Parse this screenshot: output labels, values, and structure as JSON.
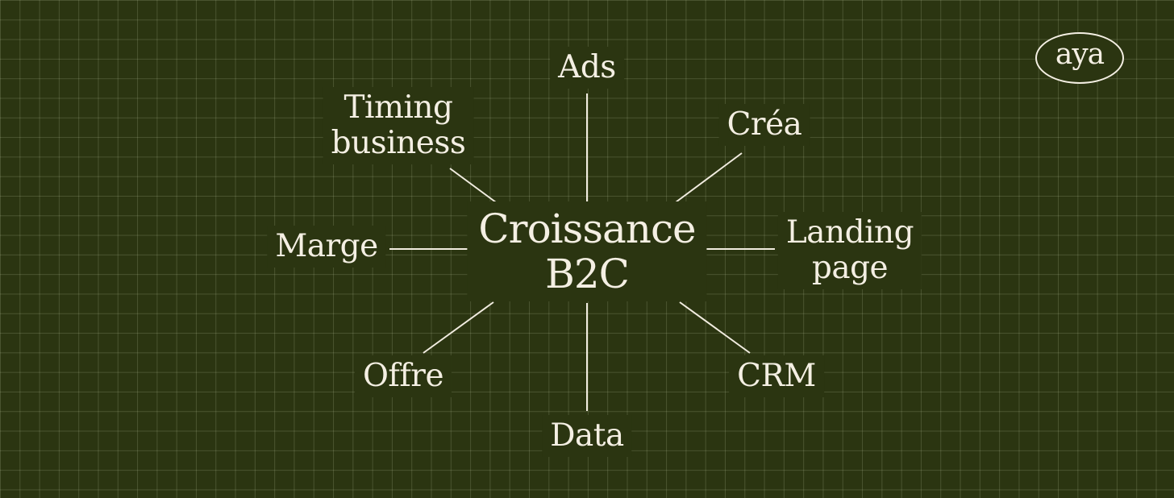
{
  "diagram": {
    "center": "Croissance\nB2C",
    "nodes": {
      "ads": "Ads",
      "crea": "Créa",
      "landing": "Landing\npage",
      "crm": "CRM",
      "data": "Data",
      "offre": "Offre",
      "marge": "Marge",
      "timing": "Timing\nbusiness"
    }
  },
  "logo": {
    "text": "aya"
  },
  "colors": {
    "background": "#2b3511",
    "grid": "#9aa383",
    "text": "#f4efe3"
  }
}
